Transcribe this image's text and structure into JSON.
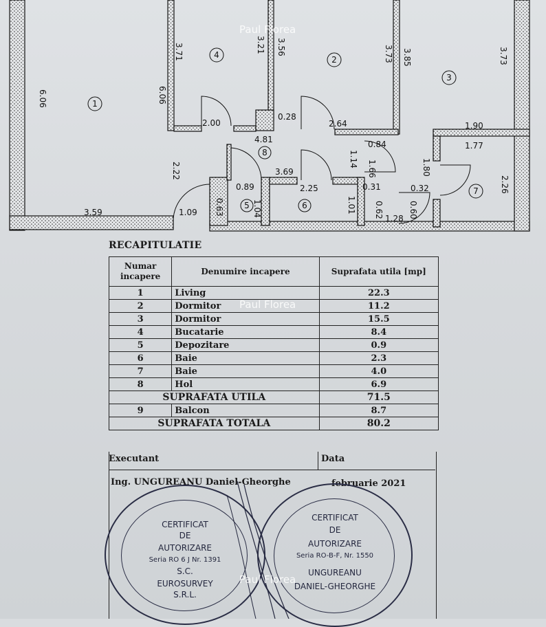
{
  "plan": {
    "rooms": [
      "1",
      "2",
      "3",
      "4",
      "5",
      "6",
      "7",
      "8"
    ],
    "dims": {
      "d606": "6.06",
      "d359": "3.59",
      "d222": "2.22",
      "d109": "1.09",
      "d371": "3.71",
      "d606b": "6.06",
      "d200": "2.00",
      "d481": "4.81",
      "d321": "3.21",
      "d356": "3.56",
      "d028": "0.28",
      "d264": "2.64",
      "d373": "3.73",
      "d385": "3.85",
      "d373b": "3.73",
      "d190": "1.90",
      "d177": "1.77",
      "d084": "0.84",
      "d114": "1.14",
      "d166": "1.66",
      "d369": "3.69",
      "d089": "0.89",
      "d225": "2.25",
      "d031": "0.31",
      "d063": "0.63",
      "d104": "1.04",
      "d101": "1.01",
      "d062": "0.62",
      "d060": "0.60",
      "d128": "1.28",
      "d180": "1.80",
      "d032": "0.32",
      "d226": "2.26"
    }
  },
  "recap_title": "RECAPITULATIE",
  "table": {
    "headers": [
      "Numar incapere",
      "Denumire incapere",
      "Suprafata utila [mp]"
    ],
    "rows": [
      {
        "n": "1",
        "name": "Living",
        "area": "22.3"
      },
      {
        "n": "2",
        "name": "Dormitor",
        "area": "11.2"
      },
      {
        "n": "3",
        "name": "Dormitor",
        "area": "15.5"
      },
      {
        "n": "4",
        "name": "Bucatarie",
        "area": "8.4"
      },
      {
        "n": "5",
        "name": "Depozitare",
        "area": "0.9"
      },
      {
        "n": "6",
        "name": "Baie",
        "area": "2.3"
      },
      {
        "n": "7",
        "name": "Baie",
        "area": "4.0"
      },
      {
        "n": "8",
        "name": "Hol",
        "area": "6.9"
      }
    ],
    "util_label": "SUPRAFATA UTILA",
    "util_value": "71.5",
    "balcon": {
      "n": "9",
      "name": "Balcon",
      "area": "8.7"
    },
    "total_label": "SUPRAFATA TOTALA",
    "total_value": "80.2"
  },
  "executant_label": "Executant",
  "data_label": "Data",
  "engineer": "Ing. UNGUREANU Daniel-Gheorghe",
  "date": "februarie 2021",
  "stamp_left": {
    "l1": "CERTIFICAT",
    "l2": "DE",
    "l3": "AUTORIZARE",
    "l4": "Seria RO 6 J Nr. 1391",
    "l5": "S.C.",
    "l6": "EUROSURVEY",
    "l7": "S.R.L."
  },
  "stamp_right": {
    "l1": "CERTIFICAT",
    "l2": "DE",
    "l3": "AUTORIZARE",
    "l4": "Seria RO-B-F, Nr. 1550",
    "l5": "UNGUREANU",
    "l6": "DANIEL-GHEORGHE"
  },
  "watermark": "Paul Florea"
}
